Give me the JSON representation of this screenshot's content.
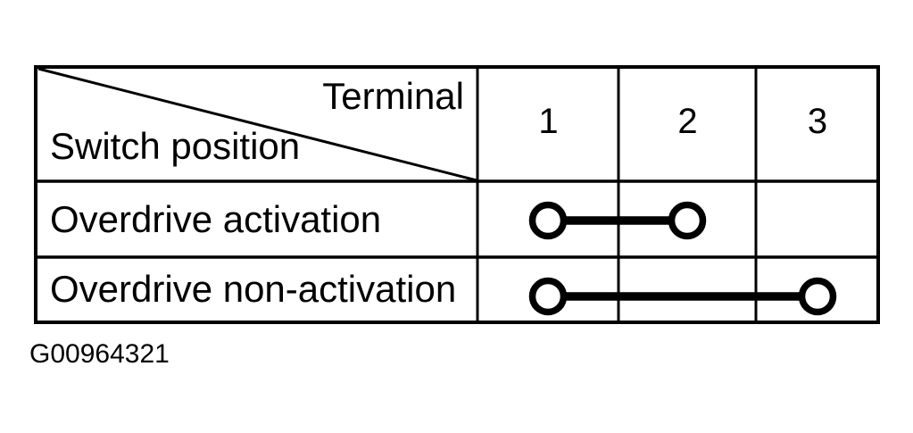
{
  "figure": {
    "id_label": "G00964321"
  },
  "table": {
    "corner": {
      "top_label": "Terminal",
      "bottom_label": "Switch position"
    },
    "columns": [
      "1",
      "2",
      "3"
    ],
    "rows": [
      {
        "label": "Overdrive activation",
        "connected_terminals": [
          "1",
          "2"
        ]
      },
      {
        "label": "Overdrive non-activation",
        "connected_terminals": [
          "1",
          "3"
        ]
      }
    ]
  },
  "colors": {
    "ink": "#000000",
    "background": "#ffffff"
  }
}
